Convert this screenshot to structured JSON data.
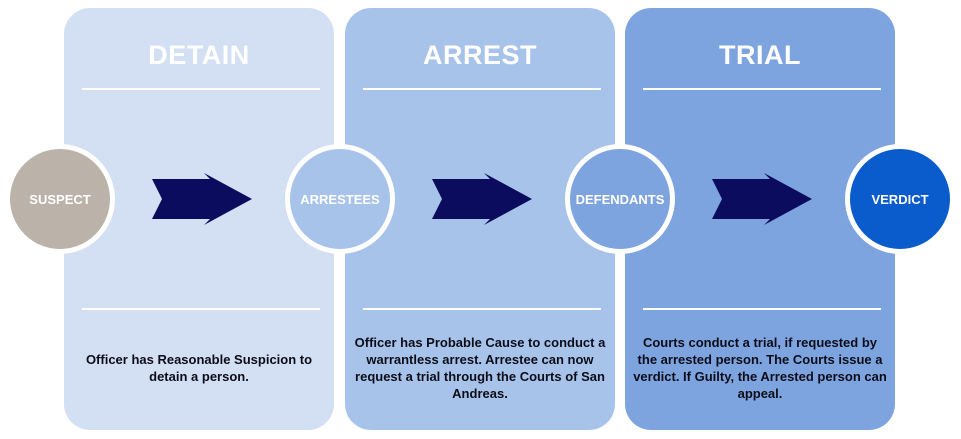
{
  "stages": [
    {
      "title": "DETAIN",
      "description": "Officer has Reasonable Suspicion to detain a person."
    },
    {
      "title": "ARREST",
      "description": "Officer has Probable Cause to conduct a warrantless arrest. Arrestee can now request a trial through the Courts of San Andreas."
    },
    {
      "title": "TRIAL",
      "description": "Courts conduct a trial, if requested by the arrested person. The Courts issue a verdict. If Guilty, the Arrested person can appeal."
    }
  ],
  "nodes": [
    {
      "label": "SUSPECT",
      "color": "#bbb2a9"
    },
    {
      "label": "ARRESTEES",
      "color": "#a8c3ea"
    },
    {
      "label": "DEFENDANTS",
      "color": "#7ea4e0"
    },
    {
      "label": "VERDICT",
      "color": "#0a5bcb"
    }
  ],
  "colors": {
    "panel_detain": "#d3dff2",
    "panel_arrest": "#a8c3ea",
    "panel_trial": "#7ea4e0",
    "arrow": "#0c0c5e"
  },
  "icons": {
    "arrow": "arrow-right-icon"
  }
}
